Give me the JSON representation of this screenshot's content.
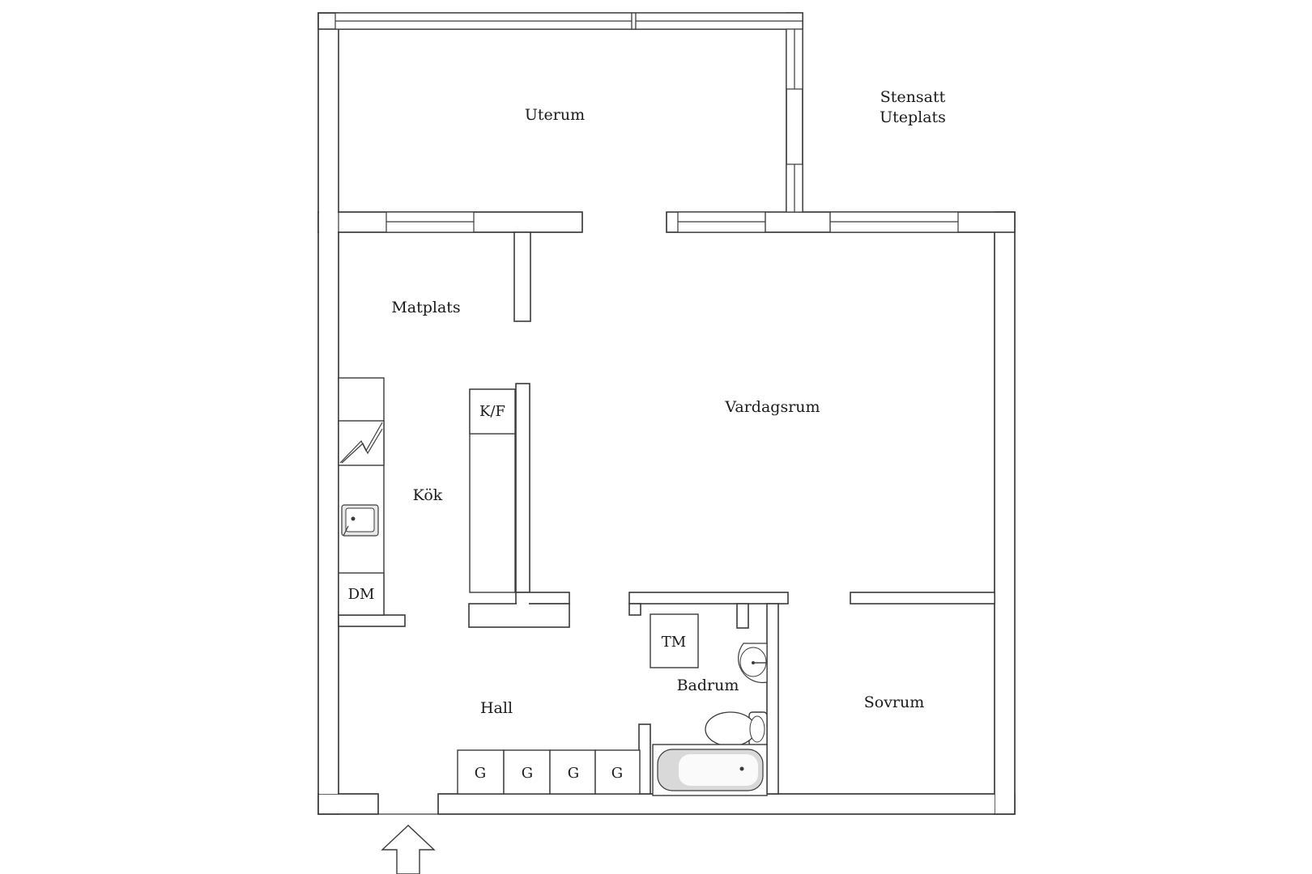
{
  "plan": {
    "rooms": {
      "uterum": "Uterum",
      "stensatt_line1": "Stensatt",
      "stensatt_line2": "Uteplats",
      "matplats": "Matplats",
      "vardagsrum": "Vardagsrum",
      "kok": "Kök",
      "hall": "Hall",
      "badrum": "Badrum",
      "sovrum": "Sovrum"
    },
    "fixtures": {
      "kf": "K/F",
      "dm": "DM",
      "tm": "TM",
      "garderob": [
        "G",
        "G",
        "G",
        "G"
      ]
    },
    "icons": {
      "stove": "stove-icon",
      "sink": "kitchen-sink-icon",
      "washbasin": "washbasin-icon",
      "toilet": "toilet-icon",
      "bathtub": "bathtub-icon",
      "entrance": "entrance-arrow-icon"
    },
    "colors": {
      "line": "#3a3a3a",
      "background": "#ffffff",
      "bathtub_fill": "#d9d9d9"
    }
  }
}
